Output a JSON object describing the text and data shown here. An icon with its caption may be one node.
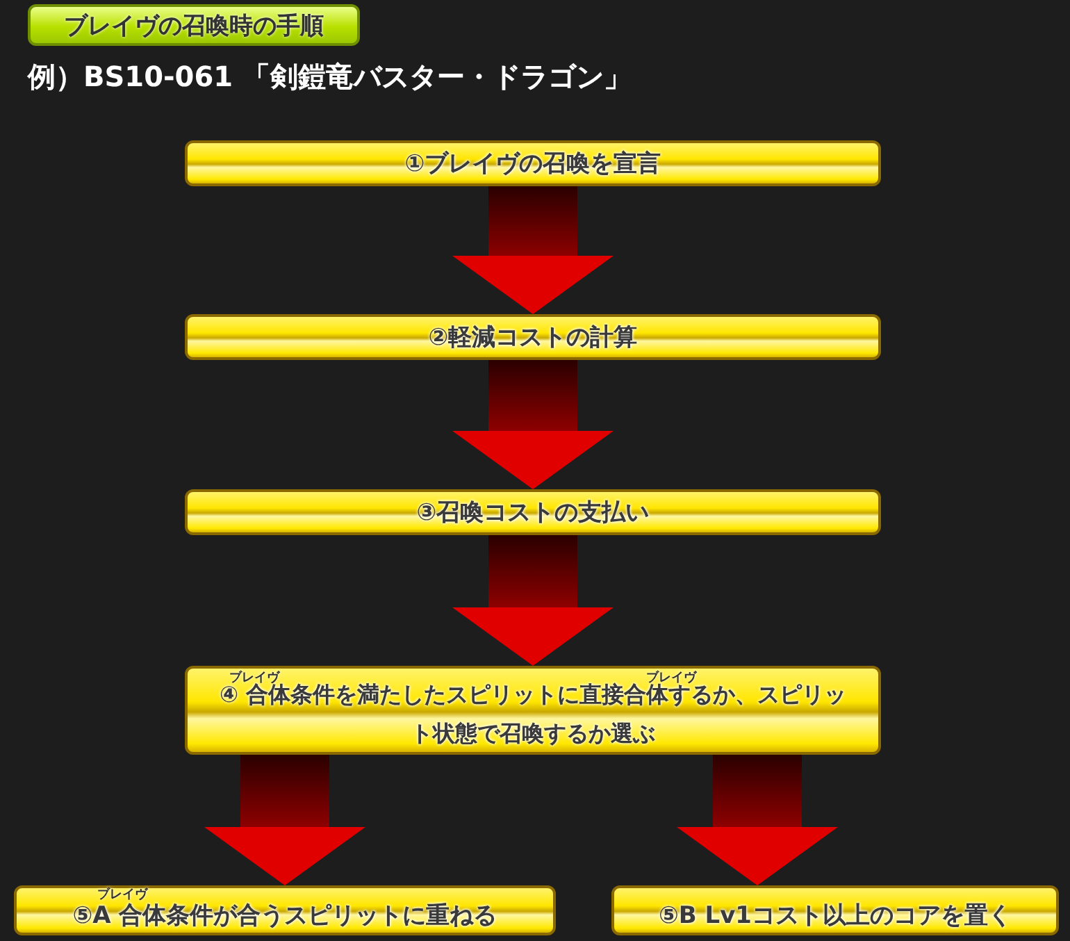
{
  "diagram": {
    "title": "ブレイヴの召喚時の手順",
    "nodes": [
      {
        "text": [
          "①ブレイヴの召喚を宣言"
        ]
      },
      {
        "text": [
          "②軽減コストの計算"
        ]
      },
      {
        "text": [
          "③召喚コストの支払い"
        ]
      },
      {
        "text": [
          "ブレイヴ",
          "ブレイヴ",
          "④ 合体条件を満たしたスピリットに直接合体するか、スピリット状態で召喚するか選ぶ"
        ]
      },
      {
        "text": [
          "ブレイヴ",
          "⑤A 合体条件が合うスピリットに重ねる"
        ]
      },
      {
        "text": [
          "⑤B Lv1コスト以上のコアを置く"
        ]
      }
    ],
    "edges": [
      {
        "from": 0,
        "to": 1,
        "arrow": "to"
      },
      {
        "from": 1,
        "to": 2,
        "arrow": "to"
      },
      {
        "from": 2,
        "to": 3,
        "arrow": "to"
      },
      {
        "from": 3,
        "to": 4,
        "arrow": "to"
      },
      {
        "from": 3,
        "to": 5,
        "arrow": "to"
      }
    ],
    "labels": [
      "例）BS10-061 「剣鎧竜バスター・ドラゴン」"
    ]
  }
}
